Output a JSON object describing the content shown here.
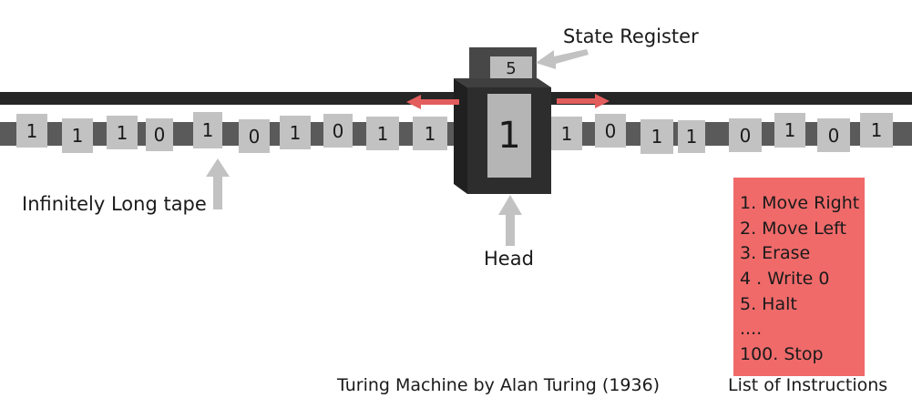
{
  "tape": {
    "left_cells": [
      "1",
      "1",
      "1",
      "0",
      "1",
      "0",
      "1",
      "0",
      "1",
      "1"
    ],
    "right_cells": [
      "1",
      "0",
      "1",
      "1",
      "0",
      "1",
      "0",
      "1"
    ]
  },
  "head": {
    "symbol": "1",
    "state": "5"
  },
  "labels": {
    "state_register": "State Register",
    "infinitely_long_tape": "Infinitely Long tape",
    "head": "Head",
    "caption": "Turing Machine by Alan Turing (1936)",
    "list_of_instructions": "List of Instructions"
  },
  "instructions": [
    "1. Move Right",
    "2. Move Left",
    "3. Erase",
    "4 . Write 0",
    "5. Halt",
    "....",
    "100. Stop"
  ],
  "colors": {
    "rail": "#262626",
    "tape_strip": "#5a5a5a",
    "cell": "#c2c2c2",
    "head_body": "#2d2d2d",
    "head_window": "#b5b5b5",
    "callout_arrow": "#c2c2c2",
    "direction_arrow": "#e35d5d",
    "instruction_box": "#f06a6a"
  }
}
